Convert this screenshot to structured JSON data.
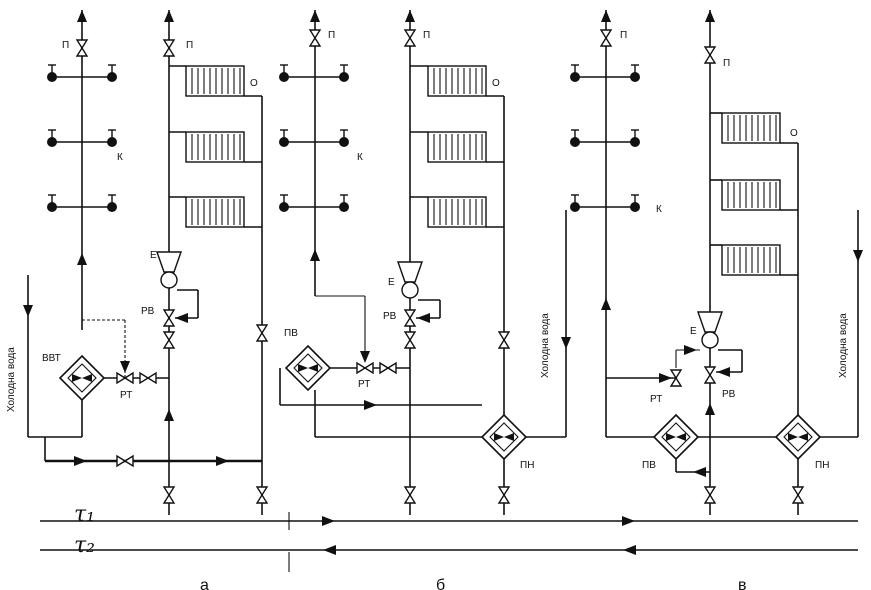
{
  "labels": {
    "p": "П",
    "o": "О",
    "k": "К",
    "e": "Е",
    "rv": "РВ",
    "rt": "РТ",
    "vvt": "ВВТ",
    "pv": "ПВ",
    "pn": "ПН",
    "cold_water": "Холодна вода",
    "t1": "τ₁",
    "t2": "τ₂"
  },
  "schemes": [
    "а",
    "б",
    "в"
  ]
}
